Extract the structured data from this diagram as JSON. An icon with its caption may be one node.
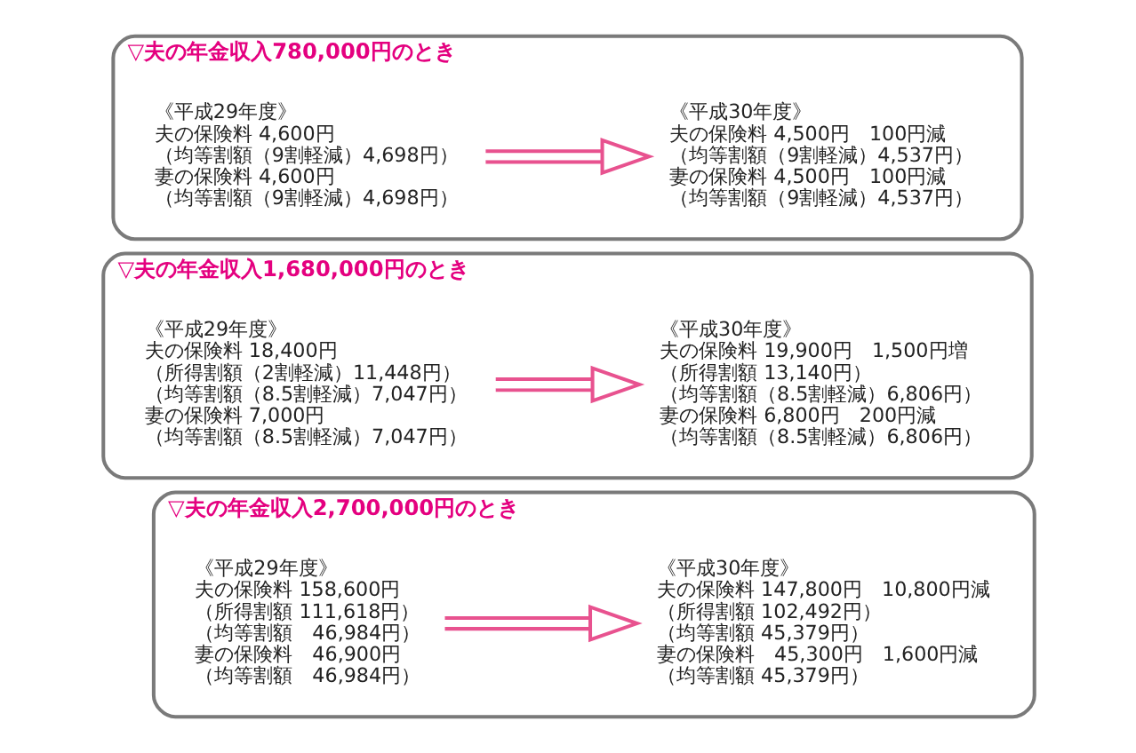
{
  "diagram": {
    "nodes": [
      {
        "text": [
          "▽夫の年金収入780,000円のとき"
        ]
      },
      {
        "text": [
          "《平成29年度》",
          "夫の保険料 4,600円",
          "（均等割額（9割軽減）4,698円）",
          "妻の保険料 4,600円",
          "（均等割額（9割軽減）4,698円）"
        ],
        "in": 0
      },
      {
        "text": [
          "《平成30年度》",
          "夫の保険料 4,500円　100円減",
          "（均等割額（9割軽減）4,537円）",
          "妻の保険料 4,500円　100円減",
          "（均等割額（9割軽減）4,537円）"
        ],
        "in": 0
      },
      {
        "text": [
          "▽夫の年金収入1,680,000円のとき"
        ]
      },
      {
        "text": [
          "《平成29年度》",
          "夫の保険料 18,400円",
          "（所得割額（2割軽減）11,448円）",
          "（均等割額（8.5割軽減）7,047円）",
          "妻の保険料 7,000円",
          "（均等割額（8.5割軽減）7,047円）"
        ],
        "in": 3
      },
      {
        "text": [
          "《平成30年度》",
          "夫の保険料 19,900円　1,500円増",
          "（所得割額 13,140円）",
          "（均等割額（8.5割軽減）6,806円）",
          "妻の保険料 6,800円　200円減",
          "（均等割額（8.5割軽減）6,806円）"
        ],
        "in": 3
      },
      {
        "text": [
          "▽夫の年金収入2,700,000円のとき"
        ]
      },
      {
        "text": [
          "《平成29年度》",
          "夫の保険料 158,600円",
          "（所得割額 111,618円）",
          "（均等割額　46,984円）",
          "妻の保険料　46,900円",
          "（均等割額　46,984円）"
        ],
        "in": 6
      },
      {
        "text": [
          "《平成30年度》",
          "夫の保険料 147,800円　10,800円減",
          "（所得割額 102,492円）",
          "（均等割額 45,379円）",
          "妻の保険料　45,300円　1,600円減",
          "（均等割額 45,379円）"
        ],
        "in": 6
      }
    ],
    "edges": [
      {
        "from": 1,
        "to": 2,
        "arrow": "to"
      },
      {
        "from": 4,
        "to": 5,
        "arrow": "to"
      },
      {
        "from": 7,
        "to": 8,
        "arrow": "to"
      }
    ]
  }
}
